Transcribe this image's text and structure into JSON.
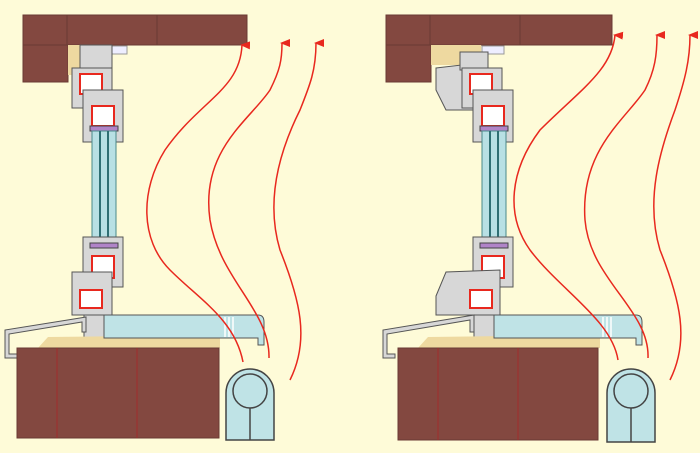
{
  "colors": {
    "background": "#fefbd8",
    "masonry": "#834840",
    "masonry_line": "#a02c2c",
    "insulation": "#eed9a0",
    "frame": "#d7d7d7",
    "frame_outline": "#555555",
    "thermal_chamber": "#e8281e",
    "glass": "#b8e0e4",
    "sill": "#bfe3e6",
    "radiator": "#bfe3e6",
    "airflow": "#e8281e"
  },
  "panels": [
    {
      "name": "left-window-detail",
      "frame_style": "standard"
    },
    {
      "name": "right-window-detail",
      "frame_style": "extended"
    }
  ],
  "icons": [
    "airflow-arrow-icon",
    "radiator-icon"
  ]
}
